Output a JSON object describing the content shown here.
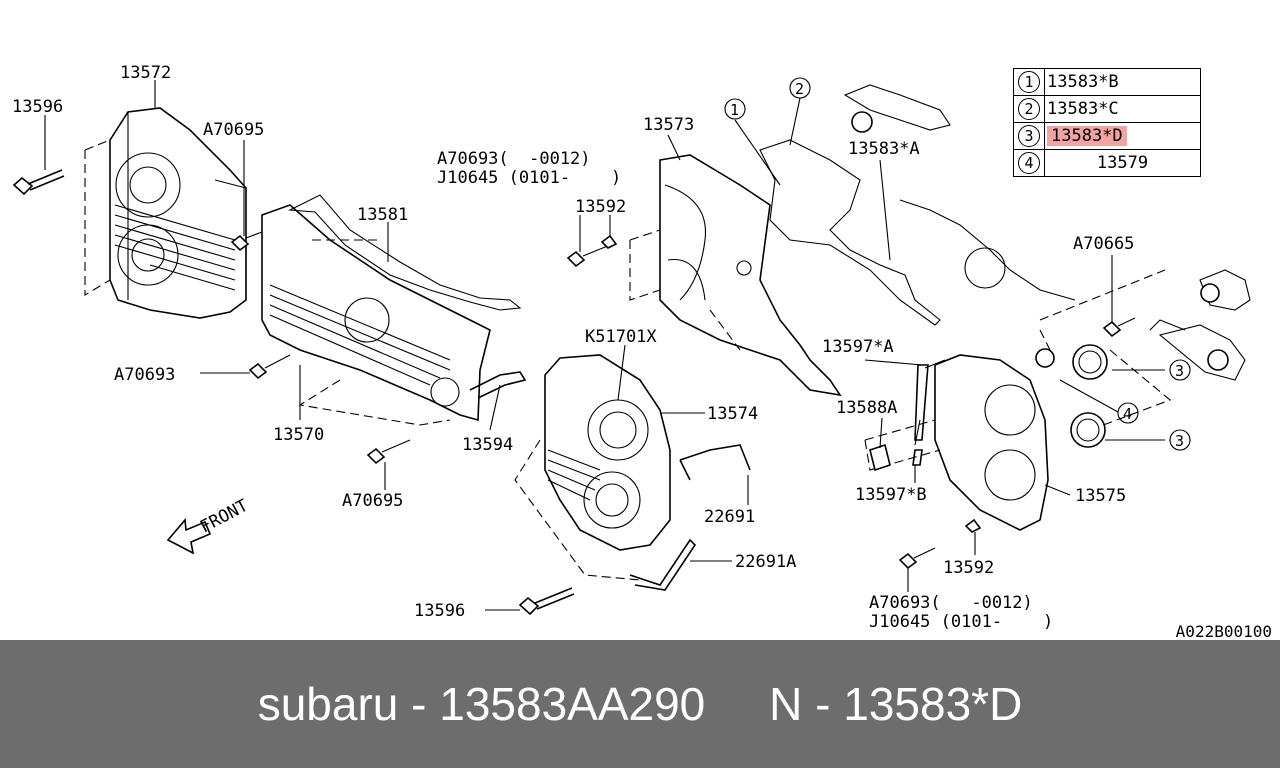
{
  "diagram": {
    "labels": {
      "p13572": "13572",
      "p13596_top": "13596",
      "a70695_top": "A70695",
      "p13581": "13581",
      "a70693_left": "A70693",
      "p13570": "13570",
      "p13594": "13594",
      "a70695_bottom": "A70695",
      "front": "FRONT",
      "p13573": "13573",
      "a70693_mid": "A70693(  -0012)",
      "j10645_mid": "J10645 (0101-    )",
      "p13592_top": "13592",
      "k51701x": "K51701X",
      "p13574": "13574",
      "p22691": "22691",
      "p22691a": "22691A",
      "p13596_bottom": "13596",
      "p13583a": "13583*A",
      "a70665": "A70665",
      "p13597a": "13597*A",
      "p13588a": "13588A",
      "p13597b": "13597*B",
      "p13575": "13575",
      "p13592_bottom": "13592",
      "a70693_bottom": "A70693(   -0012)",
      "j10645_bottom": "J10645 (0101-    )",
      "callout1": "1",
      "callout2": "2",
      "callout3a": "3",
      "callout3b": "3",
      "callout4": "4"
    },
    "legend": [
      {
        "num": "1",
        "part": "13583*B",
        "highlight": false
      },
      {
        "num": "2",
        "part": "13583*C",
        "highlight": false
      },
      {
        "num": "3",
        "part": "13583*D",
        "highlight": true
      },
      {
        "num": "4",
        "part": "13579",
        "highlight": false
      }
    ],
    "diagram_code": "A022B00100",
    "highlight_color": "#f4a3a3"
  },
  "footer": {
    "text": "subaru - 13583AA290     N - 13583*D",
    "bar_color": "#6d6d6d"
  }
}
